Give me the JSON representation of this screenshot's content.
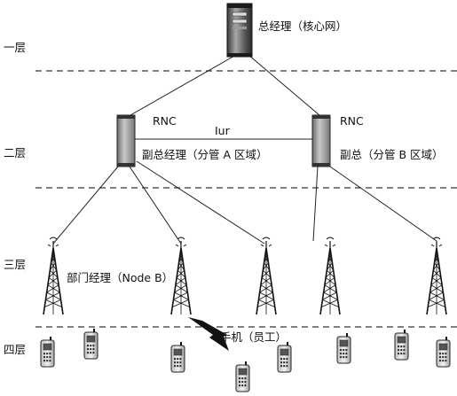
{
  "layers": [
    "一层",
    "二层",
    "三层",
    "四层"
  ],
  "core": {
    "label": "总经理（核心网）"
  },
  "rnc_a": {
    "tag": "RNC",
    "label": "副总经理（分管 A 区域）"
  },
  "rnc_b": {
    "tag": "RNC",
    "label": "副总（分管 B 区域）"
  },
  "link": {
    "label": "Iur"
  },
  "node_b": {
    "label": "部门经理（Node B）"
  },
  "handset": {
    "label": "手机（员工）"
  }
}
